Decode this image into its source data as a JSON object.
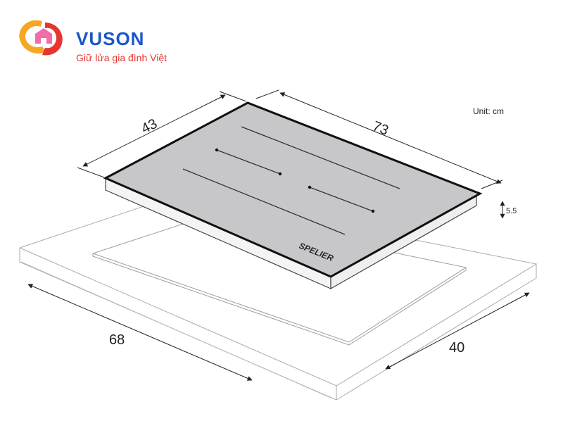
{
  "brand": {
    "name": "VUSON",
    "tagline": "Giữ lửa gia đình Việt",
    "logo_colors": {
      "red": "#e8342e",
      "orange": "#f5a623",
      "pink": "#f26ca7"
    },
    "name_color": "#1a56c8"
  },
  "diagram": {
    "unit_label": "Unit: cm",
    "dimensions": {
      "hob_depth": "43",
      "hob_width": "73",
      "hob_height": "5.5",
      "cutout_width": "68",
      "cutout_depth": "40"
    },
    "hob_brand_text": "SPELIER",
    "colors": {
      "hob_surface": "#c7c7c9",
      "hob_border": "#111111",
      "lines": "#555555",
      "countertop": "#999999"
    }
  }
}
